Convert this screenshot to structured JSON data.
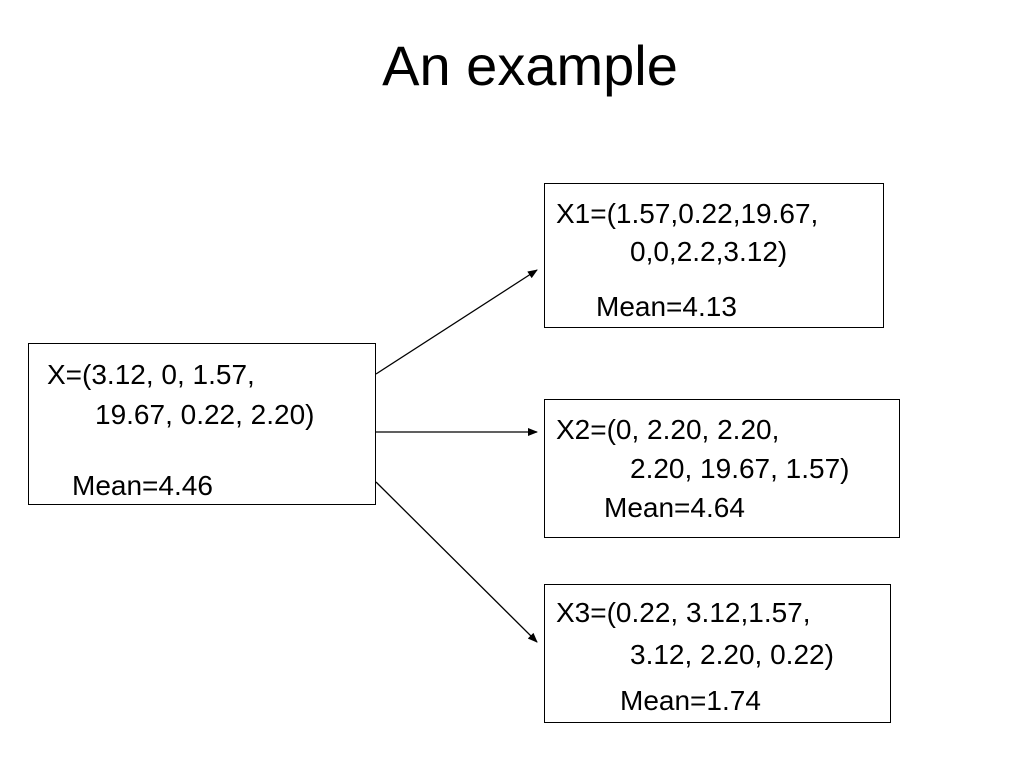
{
  "title": "An example",
  "source": {
    "line1": "X=(3.12, 0, 1.57,",
    "line2": "19.67, 0.22, 2.20)",
    "mean": "Mean=4.46"
  },
  "samples": [
    {
      "line1": "X1=(1.57,0.22,19.67,",
      "line2": "0,0,2.2,3.12)",
      "mean": "Mean=4.13"
    },
    {
      "line1": "X2=(0, 2.20, 2.20,",
      "line2": "2.20, 19.67, 1.57)",
      "mean": "Mean=4.64"
    },
    {
      "line1": "X3=(0.22, 3.12,1.57,",
      "line2": "3.12, 2.20, 0.22)",
      "mean": "Mean=1.74"
    }
  ]
}
